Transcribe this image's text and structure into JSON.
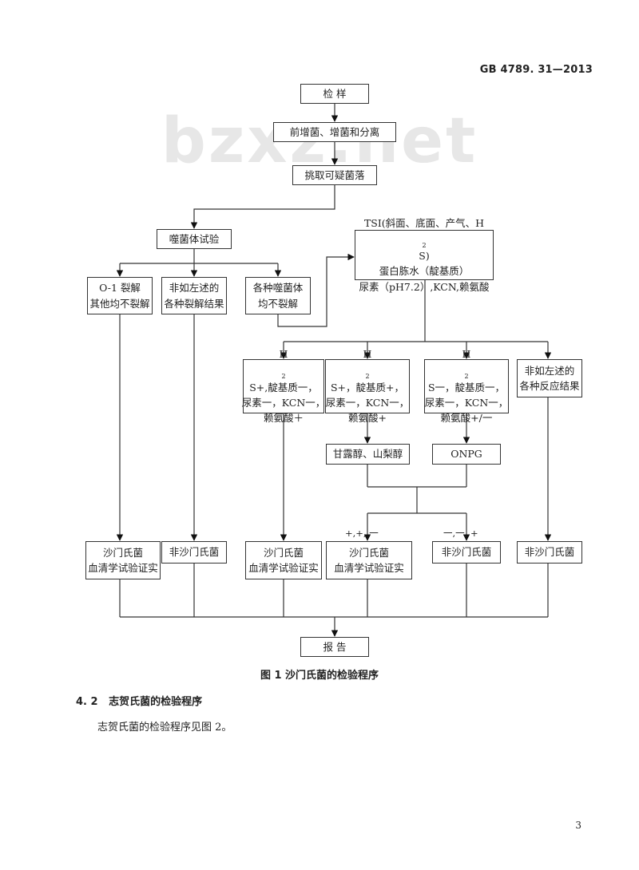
{
  "header": {
    "doc_code": "GB 4789. 31—2013"
  },
  "watermark": "bzxz.net",
  "flow": {
    "sample": "检    样",
    "enrich": "前增菌、增菌和分离",
    "pick": "挑取可疑菌落",
    "phage": "噬菌体试验",
    "tsi": {
      "l1a": "TSI(斜面、底面、产气、H",
      "l1sub": "2",
      "l1b": "S)",
      "l2": "蛋白胨水（靛基质）",
      "l3": "尿素（pH7.2）,KCN,赖氨酸"
    },
    "o1": {
      "l1": "O-1 裂解",
      "l2": "其他均不裂解"
    },
    "nonlike": {
      "l1": "非如左述的",
      "l2": "各种裂解结果"
    },
    "allphage": {
      "l1": "各种噬菌体",
      "l2": "均不裂解"
    },
    "r1": {
      "l1a": "H",
      "l1sub": "2",
      "l1b": "S+,靛基质一，",
      "l2": "尿素一，KCN一，",
      "l3": "赖氨酸＋"
    },
    "r2": {
      "l1a": "H",
      "l1sub": "2",
      "l1b": "S+，靛基质+，",
      "l2": "尿素一，KCN一，",
      "l3": "赖氨酸+"
    },
    "r3": {
      "l1a": "H",
      "l1sub": "2",
      "l1b": "S一，靛基质一，",
      "l2": "尿素一，KCN一，",
      "l3": "赖氨酸+/一"
    },
    "r4": {
      "l1": "非如左述的",
      "l2": "各种反应结果"
    },
    "mannitol": "甘露醇、山梨醇",
    "onpg": "ONPG",
    "sign_pos": "+,+, 一",
    "sign_neg": "一,一, +",
    "res_sal1": {
      "l1": "沙门氏菌",
      "l2": "血清学试验证实"
    },
    "res_non1": "非沙门氏菌",
    "res_sal2": {
      "l1": "沙门氏菌",
      "l2": "血清学试验证实"
    },
    "res_sal3": {
      "l1": "沙门氏菌",
      "l2": "血清学试验证实"
    },
    "res_non2": "非沙门氏菌",
    "res_non3": "非沙门氏菌",
    "report": "报    告"
  },
  "caption": "图 1   沙门氏菌的检验程序",
  "section": {
    "number": "4. 2",
    "title": "志贺氏菌的检验程序"
  },
  "paragraph": "志贺氏菌的检验程序见图 2。",
  "page_number": "3"
}
